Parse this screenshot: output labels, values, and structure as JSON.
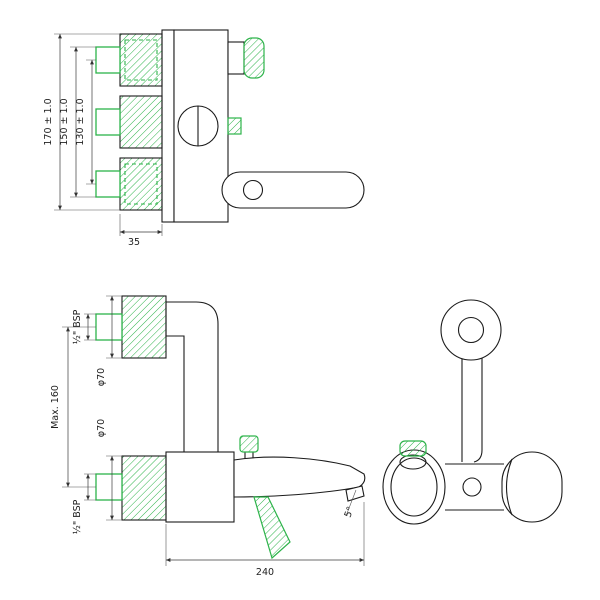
{
  "drawing": {
    "background": "#ffffff",
    "colors": {
      "outline": "#1b1b1b",
      "dimension": "#3a3a3a",
      "accent_green": "#2db34a"
    },
    "views": {
      "top": {
        "dim_170": "170 ± 1.0",
        "dim_150": "150 ± 1.0",
        "dim_130": "130 ± 1.0",
        "dim_35": "35"
      },
      "front": {
        "dim_bsp_top": "½\" BSP",
        "dim_max160": "Max. 160",
        "dim_d70_top": "φ70",
        "dim_d70_bottom": "φ70",
        "dim_bsp_bottom": "½\" BSP",
        "dim_240": "240",
        "dim_angle": "5°"
      },
      "side": {}
    }
  }
}
